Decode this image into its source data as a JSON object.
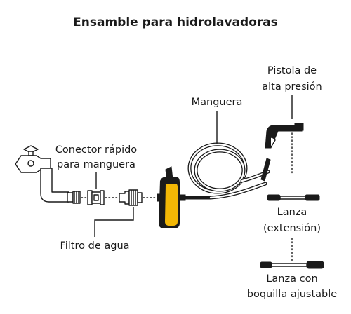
{
  "title": "Ensamble para hidrolavadoras",
  "labels": {
    "pistola_line1": "Pistola de",
    "pistola_line2": "alta presión",
    "manguera": "Manguera",
    "conector_line1": "Conector rápido",
    "conector_line2": "para manguera",
    "filtro": "Filtro de agua",
    "lanza_line1": "Lanza",
    "lanza_line2": "(extensión)",
    "boquilla_line1": "Lanza con",
    "boquilla_line2": "boquilla ajustable"
  },
  "colors": {
    "accent": "#f2b705",
    "ink": "#1a1a1a",
    "background": "#ffffff"
  },
  "icons": [
    "faucet-icon",
    "quick-connector-icon",
    "water-filter-icon",
    "pressure-washer-icon",
    "hose-icon",
    "spray-gun-icon",
    "lance-extension-icon",
    "adjustable-nozzle-lance-icon"
  ]
}
